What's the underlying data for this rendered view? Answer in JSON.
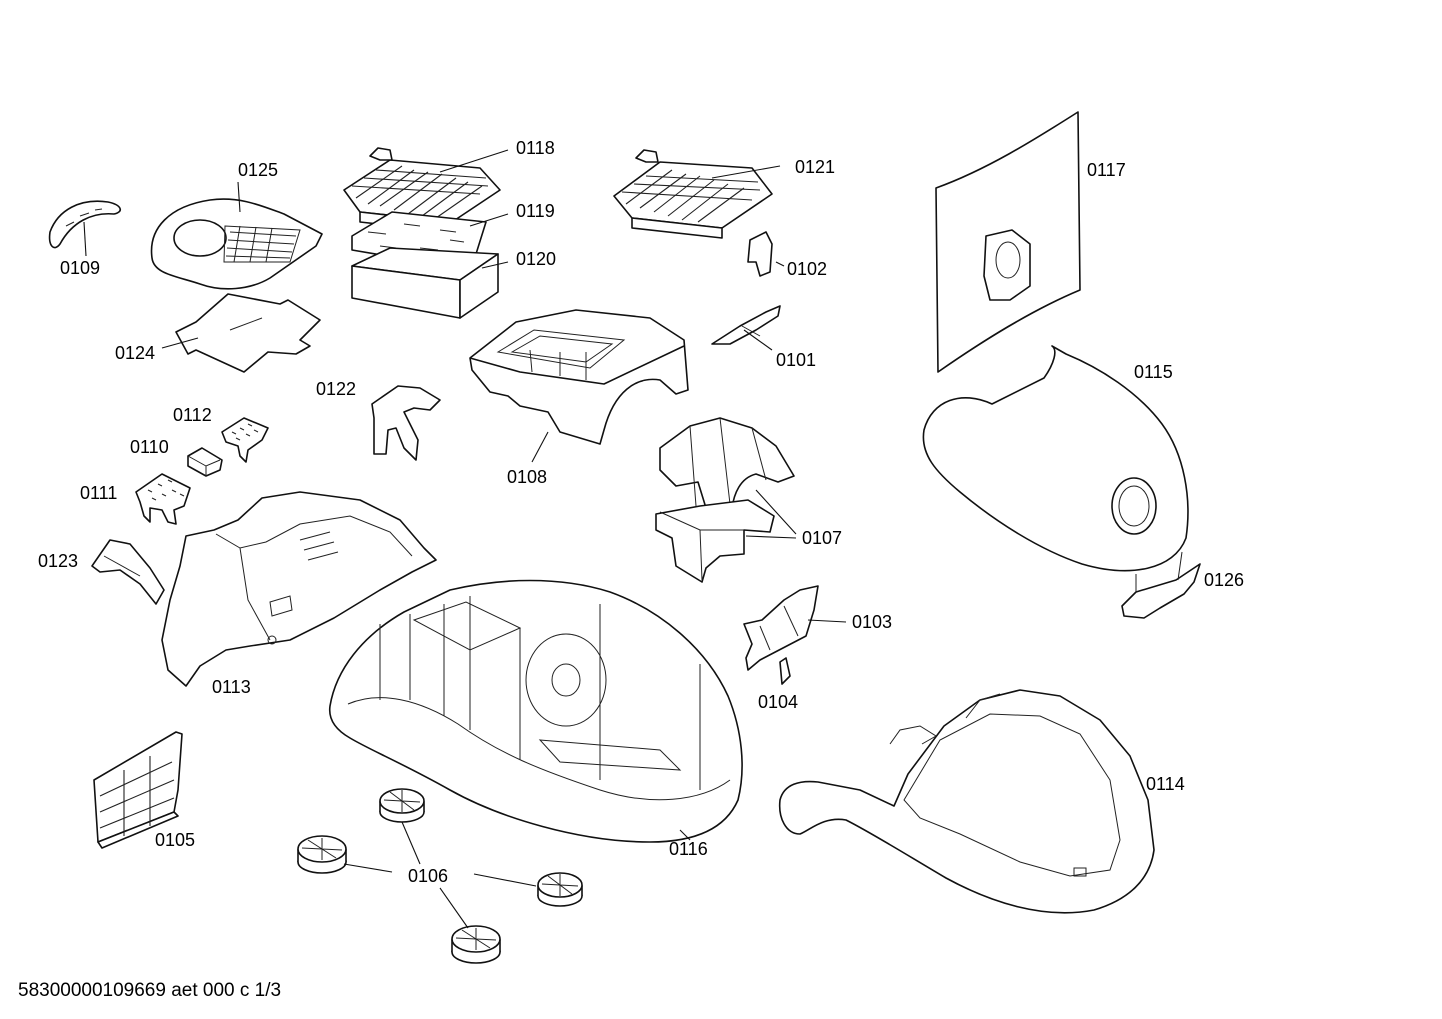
{
  "footer": {
    "text": "58300000109669 aet 000 c 1/3"
  },
  "colors": {
    "ink": "#111111",
    "background": "#ffffff"
  },
  "parts": [
    {
      "id": "p0101",
      "label": "0101"
    },
    {
      "id": "p0102",
      "label": "0102"
    },
    {
      "id": "p0103",
      "label": "0103"
    },
    {
      "id": "p0104",
      "label": "0104"
    },
    {
      "id": "p0105",
      "label": "0105"
    },
    {
      "id": "p0106",
      "label": "0106"
    },
    {
      "id": "p0107",
      "label": "0107"
    },
    {
      "id": "p0108",
      "label": "0108"
    },
    {
      "id": "p0109",
      "label": "0109"
    },
    {
      "id": "p0110",
      "label": "0110"
    },
    {
      "id": "p0111",
      "label": "0111"
    },
    {
      "id": "p0112",
      "label": "0112"
    },
    {
      "id": "p0113",
      "label": "0113"
    },
    {
      "id": "p0114",
      "label": "0114"
    },
    {
      "id": "p0115",
      "label": "0115"
    },
    {
      "id": "p0116",
      "label": "0116"
    },
    {
      "id": "p0117",
      "label": "0117"
    },
    {
      "id": "p0118",
      "label": "0118"
    },
    {
      "id": "p0119",
      "label": "0119"
    },
    {
      "id": "p0120",
      "label": "0120"
    },
    {
      "id": "p0121",
      "label": "0121"
    },
    {
      "id": "p0122",
      "label": "0122"
    },
    {
      "id": "p0123",
      "label": "0123"
    },
    {
      "id": "p0124",
      "label": "0124"
    },
    {
      "id": "p0125",
      "label": "0125"
    },
    {
      "id": "p0126",
      "label": "0126"
    }
  ]
}
